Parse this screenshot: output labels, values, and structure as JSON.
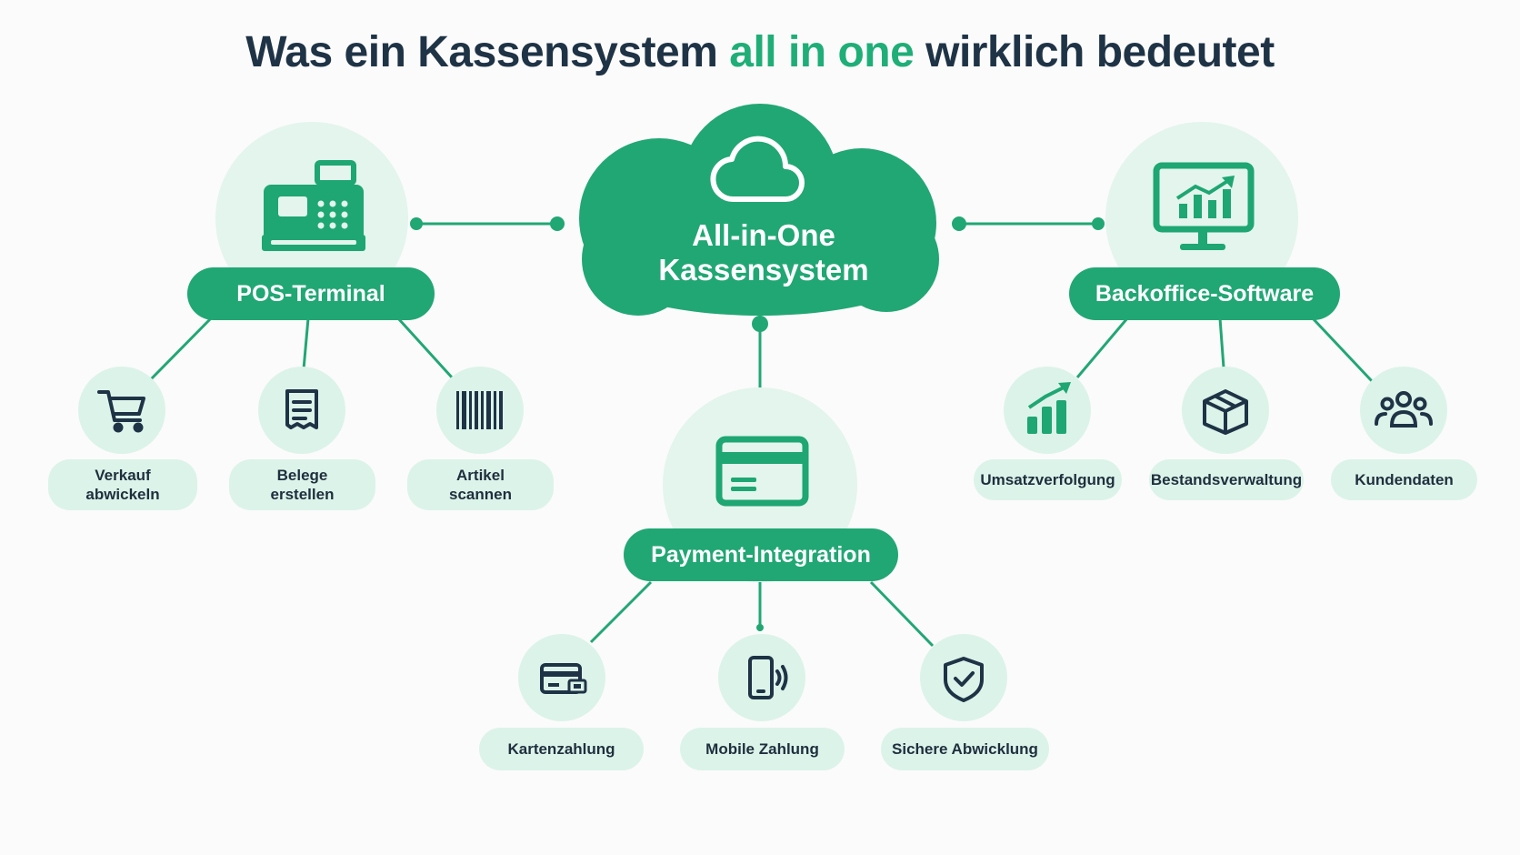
{
  "title": {
    "part1": "Was ein Kassensystem ",
    "accent": "all in one",
    "part2": " wirklich bedeutet"
  },
  "center": {
    "line1": "All-in-One",
    "line2": "Kassensystem",
    "icon": "cloud-icon"
  },
  "pos": {
    "label": "POS-Terminal",
    "icon": "cash-register-icon",
    "items": [
      {
        "line1": "Verkauf",
        "line2": "abwickeln",
        "icon": "shopping-cart-icon"
      },
      {
        "line1": "Belege",
        "line2": "erstellen",
        "icon": "receipt-icon"
      },
      {
        "line1": "Artikel",
        "line2": "scannen",
        "icon": "barcode-icon"
      }
    ]
  },
  "backoffice": {
    "label": "Backoffice-Software",
    "icon": "monitor-chart-icon",
    "items": [
      {
        "label": "Umsatzverfolgung",
        "icon": "growth-chart-icon"
      },
      {
        "label": "Bestandsverwaltung",
        "icon": "box-icon"
      },
      {
        "label": "Kundendaten",
        "icon": "users-icon"
      }
    ]
  },
  "payment": {
    "label": "Payment-Integration",
    "icon": "credit-card-icon",
    "items": [
      {
        "label": "Kartenzahlung",
        "icon": "card-payment-icon"
      },
      {
        "label": "Mobile Zahlung",
        "icon": "smartphone-icon"
      },
      {
        "label": "Sichere Abwicklung",
        "icon": "shield-check-icon"
      }
    ]
  },
  "colors": {
    "accent": "#1fae78",
    "primary": "#21a774",
    "light": "#dcf3e9",
    "circle": "#e3f5ed",
    "dark": "#1f3346"
  }
}
